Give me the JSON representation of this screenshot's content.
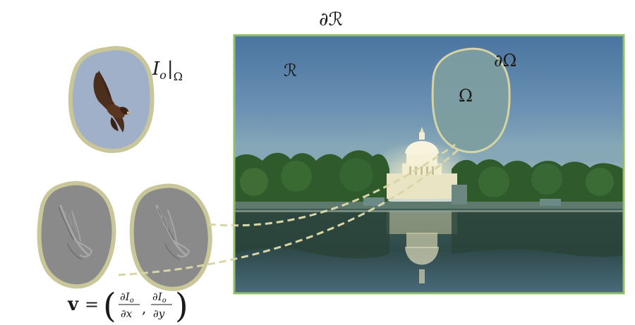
{
  "labels": {
    "boundary_R": "∂ℛ",
    "region_R": "ℛ",
    "boundary_omega": "∂Ω",
    "omega": "Ω",
    "source_restricted": {
      "base": "I",
      "sub": "o",
      "bar": "|",
      "domain": "Ω"
    },
    "guidance_field": {
      "vector": "v",
      "equals": "=",
      "open_paren": "(",
      "close_paren": ")",
      "dx_num": "∂I",
      "dx_num_sub": "o",
      "dx_den": "∂x",
      "comma": ",",
      "dy_num": "∂I",
      "dy_num_sub": "o",
      "dy_den": "∂y"
    }
  },
  "colors": {
    "blob_outline": "#c9c79a",
    "frame_border": "#8fbf6b",
    "dash_line": "#d8d6a8",
    "sky_top": "#4f79a3",
    "sky_mid": "#6f96b4",
    "omega_fill": "#7e9ea0",
    "gradient_gray": "#8a8a8a",
    "eagle_blob_fill": "#9fb0c8"
  },
  "icons": {
    "eagle": "eagle-photo",
    "capitol": "capitol-building",
    "trees": "tree-line",
    "reflection": "water-reflection"
  }
}
